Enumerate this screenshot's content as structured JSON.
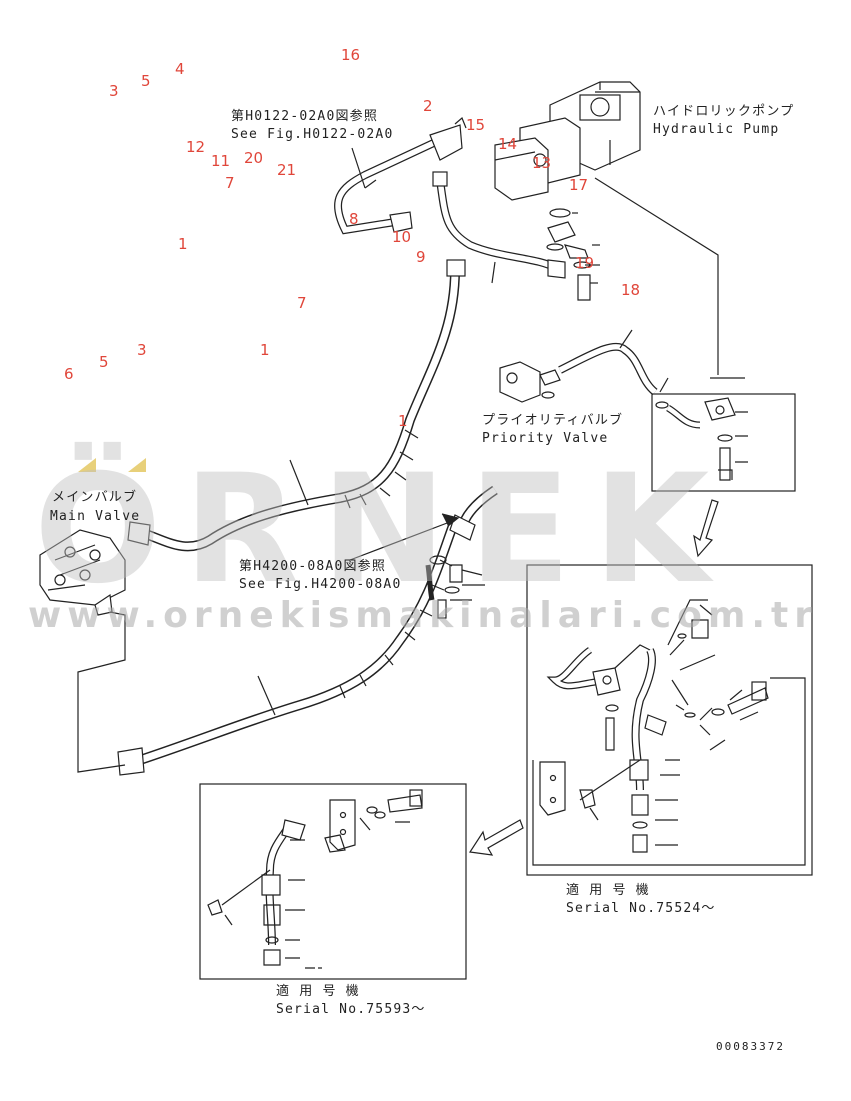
{
  "callouts": [
    "16",
    "3",
    "5",
    "4",
    "2",
    "15",
    "12",
    "11",
    "20",
    "21",
    "7",
    "14",
    "13",
    "17",
    "8",
    "10",
    "1",
    "9",
    "19",
    "18",
    "7",
    "3",
    "1",
    "6",
    "5",
    "1"
  ],
  "labels": {
    "hydraulic_pump_jp": "ハイドロリックポンプ",
    "hydraulic_pump_en": "Hydraulic Pump",
    "see_fig_1_jp": "第H0122-02A0図参照",
    "see_fig_1_en": "See Fig.H0122-02A0",
    "priority_valve_jp": "プライオリティバルブ",
    "priority_valve_en": "Priority Valve",
    "main_valve_jp": "メインバルブ",
    "main_valve_en": "Main Valve",
    "see_fig_2_jp": "第H4200-08A0図参照",
    "see_fig_2_en": "See Fig.H4200-08A0",
    "serial_1_jp": "適 用 号 機",
    "serial_1_en": "Serial No.75524～",
    "serial_2_jp": "適 用 号 機",
    "serial_2_en": "Serial No.75593～",
    "drawing_no": "00083372"
  },
  "watermark": {
    "brand": "ÖRNEK",
    "url": "www.ornekismakinalari.com.tr"
  },
  "colors": {
    "callout": "#e0463a",
    "line": "#222222",
    "watermark": "#c9c9c9",
    "accent": "#e8d07a"
  }
}
